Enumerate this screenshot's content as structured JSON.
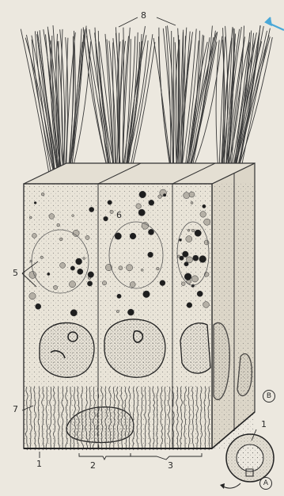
{
  "labels": {
    "l1": "1",
    "l2": "2",
    "l3": "3",
    "l5": "5",
    "l6": "6",
    "l7": "7",
    "l8": "8",
    "inset_1": "1",
    "inset_A": "A",
    "label_B": "B"
  },
  "colors": {
    "background": "#ece8df",
    "ink": "#2a2a2a",
    "arrow": "#4aa8d8"
  }
}
